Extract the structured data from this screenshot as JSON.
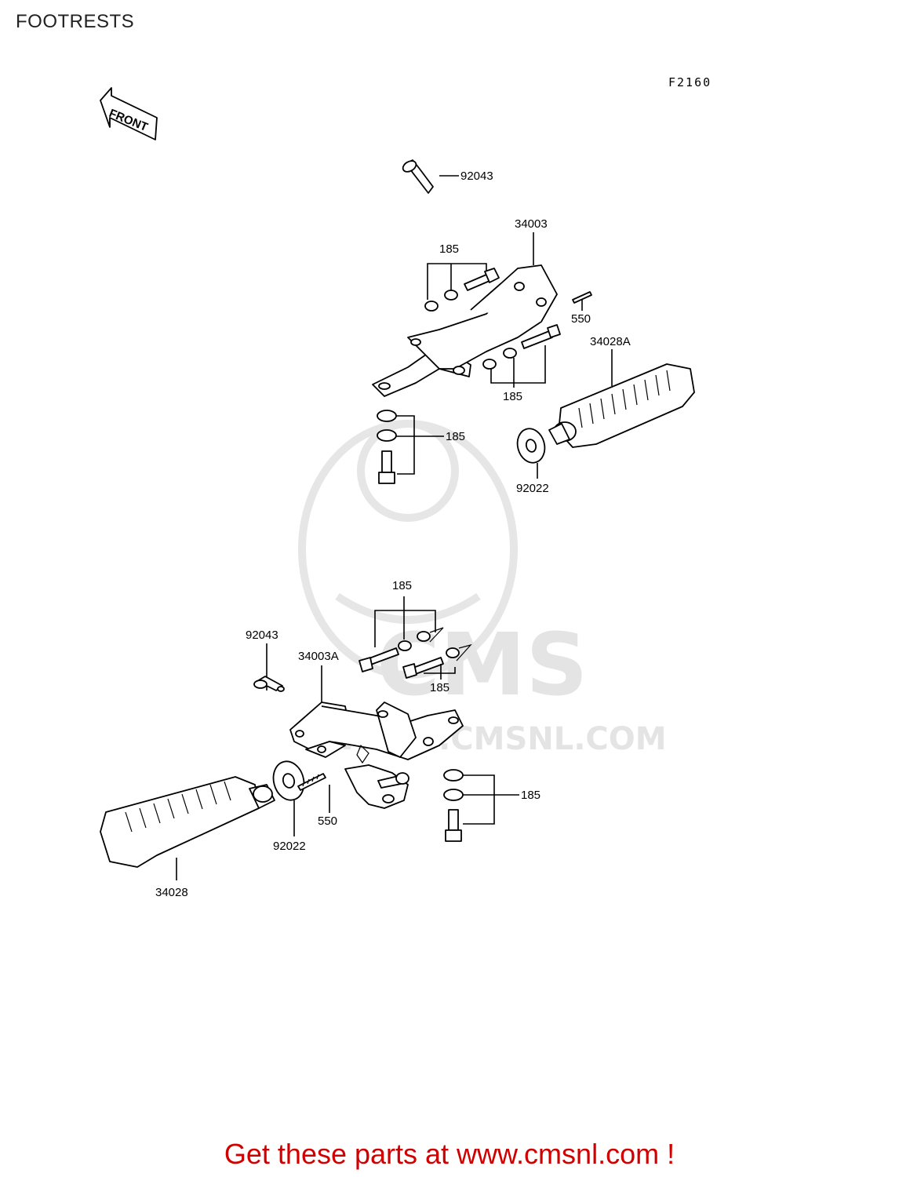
{
  "page": {
    "title": "FOOTRESTS",
    "figure_code": "F2160",
    "front_label": "FRONT",
    "watermark_text": "WWW.CMSNL.COM",
    "watermark_logo": "CMS",
    "footer_link": "Get these parts at www.cmsnl.com !"
  },
  "parts": {
    "p92043_top": "92043",
    "p34003": "34003",
    "p185_a": "185",
    "p550_top": "550",
    "p185_b": "185",
    "p34028A": "34028A",
    "p185_c": "185",
    "p92022_top": "92022",
    "p185_d": "185",
    "p92043_bot": "92043",
    "p34003A": "34003A",
    "p185_e": "185",
    "p185_f": "185",
    "p92022_bot": "92022",
    "p550_bot": "550",
    "p34028": "34028"
  }
}
